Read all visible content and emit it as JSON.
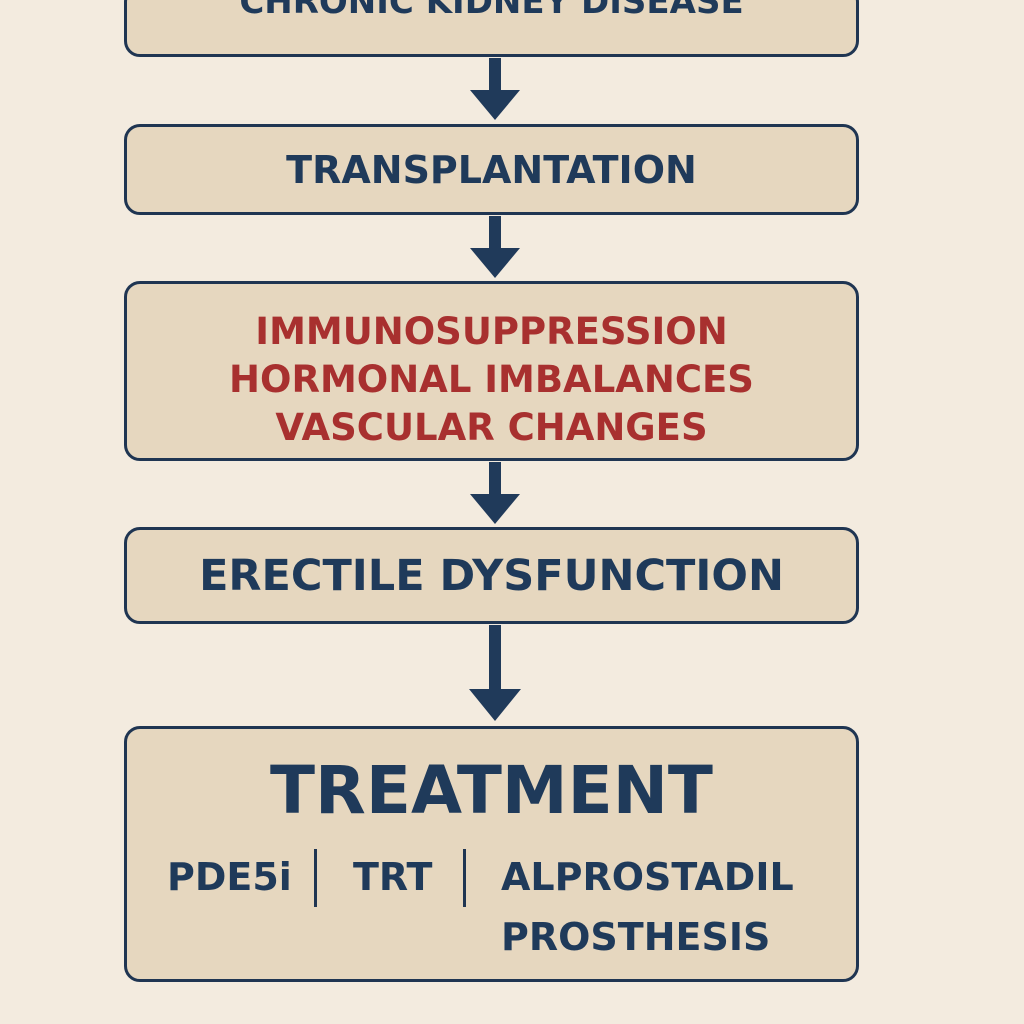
{
  "flow": {
    "ckd_label": "CHRONIC KIDNEY DISEASE",
    "transplant_label": "TRANSPLANTATION",
    "factors": [
      "IMMUNOSUPPRESSION",
      "HORMONAL IMBALANCES",
      "VASCULAR CHANGES"
    ],
    "ed_label": "ERECTILE DYSFUNCTION",
    "treatment": {
      "title": "TREATMENT",
      "options": [
        "PDE5i",
        "TRT",
        "ALPROSTADIL",
        "PROSTHESIS"
      ]
    }
  },
  "colors": {
    "background": "#f3ebdf",
    "box_fill": "#e6d7bf",
    "border": "#1f3552",
    "text_primary": "#1f3a5a",
    "text_accent": "#a8302f",
    "arrow": "#203a5a"
  },
  "icons": [
    "arrow-down-icon"
  ]
}
